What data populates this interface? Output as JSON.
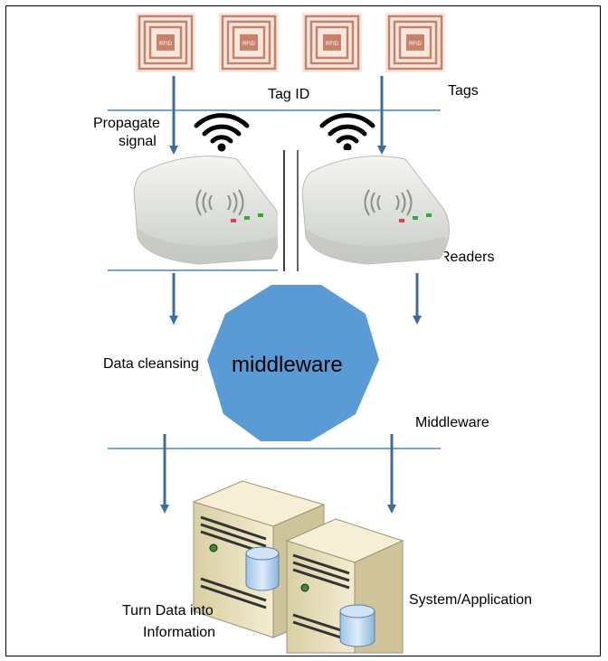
{
  "labels": {
    "tag_id": "Tag ID",
    "tags": "Tags",
    "propagate_1": "Propagate",
    "propagate_2": "signal",
    "readers": "Readers",
    "data_cleansing": "Data cleansing",
    "middleware_center": "middleware",
    "middleware_layer": "Middleware",
    "turn_data_1": "Turn Data into",
    "turn_data_2": "Information",
    "system_app": "System/Application"
  },
  "tag_logo_text": "RFID",
  "colors": {
    "tag_coil": "#c9826a",
    "arrow": "#3f6c9a",
    "layer_line": "#4b86c4",
    "octagon": "#5b9bd5",
    "reader_body": "#e4e6e2",
    "server_body": "#efe6c4"
  }
}
